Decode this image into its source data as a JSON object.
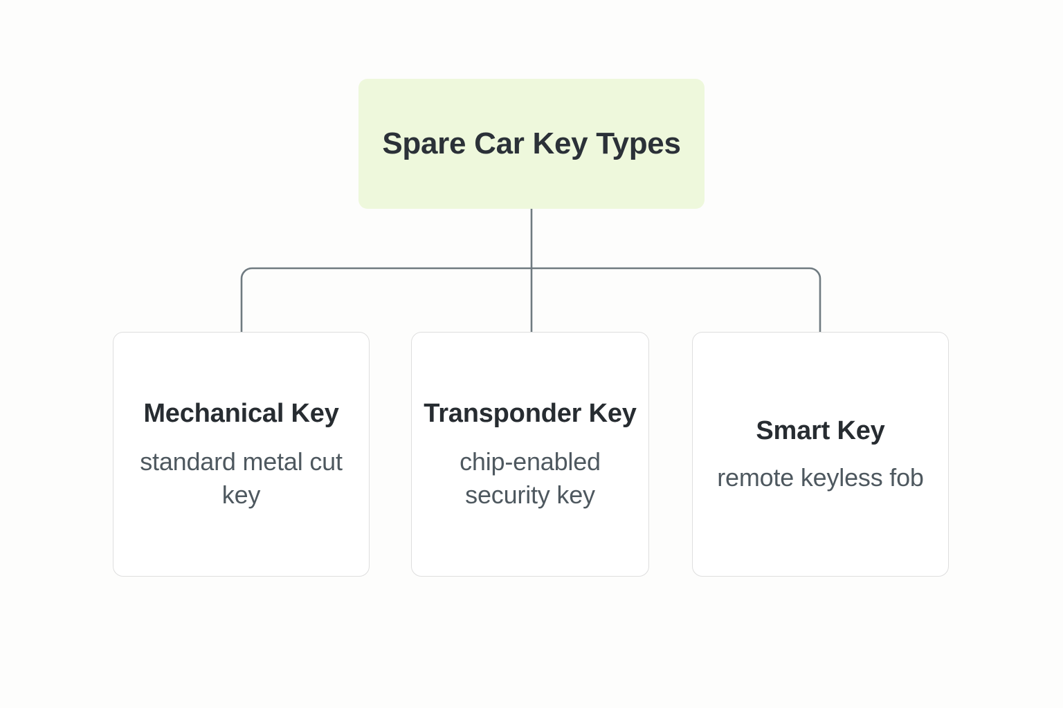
{
  "diagram": {
    "type": "tree",
    "orientation": "top-down",
    "background_color": "#fdfdfc",
    "connector_color": "#6f7a80",
    "root": {
      "label": "Spare Car Key Types",
      "fill_color": "#eef8dc",
      "text_color": "#2b3138"
    },
    "children": [
      {
        "title": "Mechanical Key",
        "description": "standard metal cut key",
        "fill_color": "#ffffff",
        "border_color": "#dedede",
        "title_color": "#272c31",
        "description_color": "#4e585f"
      },
      {
        "title": "Transponder Key",
        "description": "chip-enabled security key",
        "fill_color": "#ffffff",
        "border_color": "#dedede",
        "title_color": "#272c31",
        "description_color": "#4e585f"
      },
      {
        "title": "Smart Key",
        "description": "remote keyless fob",
        "fill_color": "#ffffff",
        "border_color": "#dedede",
        "title_color": "#272c31",
        "description_color": "#4e585f"
      }
    ]
  }
}
